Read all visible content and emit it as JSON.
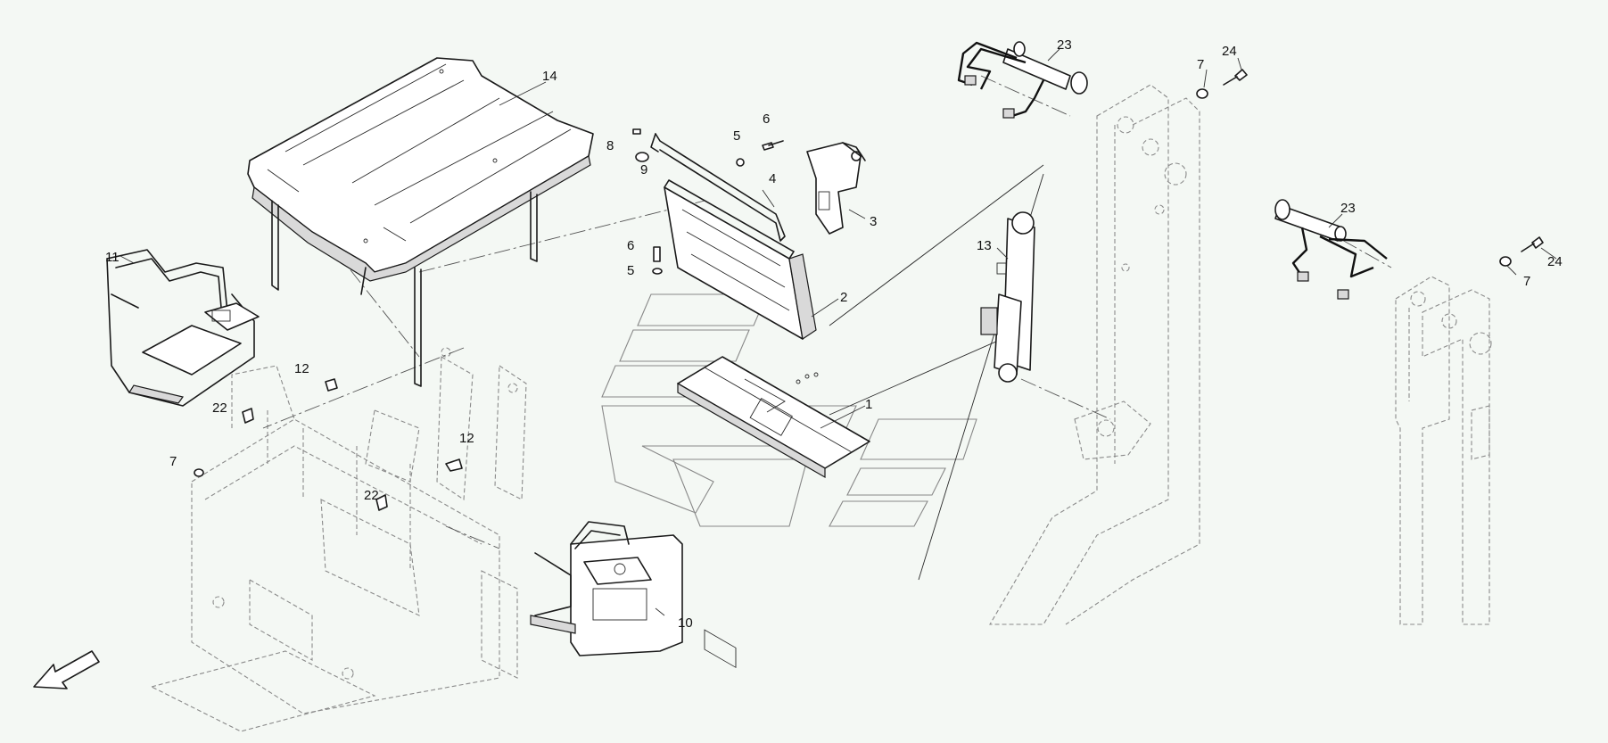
{
  "callouts": {
    "c1": "1",
    "c2": "2",
    "c3": "3",
    "c4": "4",
    "c5a": "5",
    "c5b": "5",
    "c6a": "6",
    "c6b": "6",
    "c7a": "7",
    "c7b": "7",
    "c7c": "7",
    "c8": "8",
    "c9": "9",
    "c10": "10",
    "c11": "11",
    "c12a": "12",
    "c12b": "12",
    "c13": "13",
    "c14": "14",
    "c22a": "22",
    "c22b": "22",
    "c23a": "23",
    "c23b": "23",
    "c24a": "24",
    "c24b": "24"
  },
  "colors": {
    "background": "#f4f8f4",
    "line": "#1a1a1a",
    "ghost": "#8a8a8a"
  },
  "icons": {
    "direction": "direction-arrow-icon"
  }
}
